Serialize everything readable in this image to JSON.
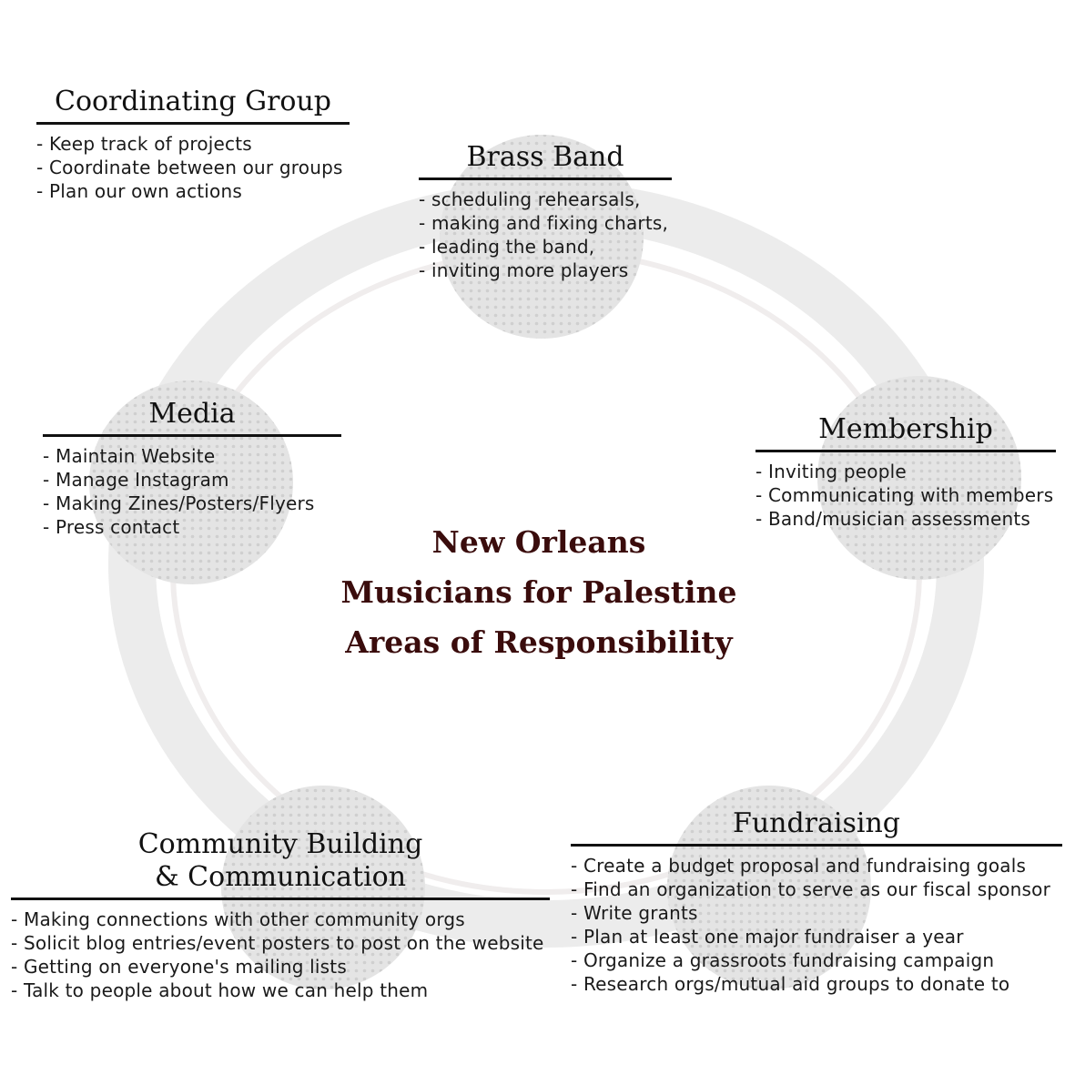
{
  "title": {
    "line1": "New Orleans",
    "line2": "Musicians for Palestine",
    "line3": "Areas of Responsibility"
  },
  "groups": {
    "coordinating": {
      "heading": "Coordinating Group",
      "items": [
        "Keep track of projects",
        "Coordinate between our groups",
        "Plan our own actions"
      ]
    },
    "brass_band": {
      "heading": "Brass Band",
      "items": [
        "scheduling rehearsals,",
        "making and fixing charts,",
        "leading the band,",
        "inviting more players"
      ]
    },
    "media": {
      "heading": "Media",
      "items": [
        "Maintain Website",
        "Manage Instagram",
        "Making Zines/Posters/Flyers",
        "Press contact"
      ]
    },
    "membership": {
      "heading": "Membership",
      "items": [
        "Inviting people",
        "Communicating with members",
        "Band/musician assessments"
      ]
    },
    "community": {
      "heading_line1": "Community Building",
      "heading_line2": "& Communication",
      "items": [
        "Making connections with other community orgs",
        "Solicit blog entries/event posters to post on the website",
        "Getting on everyone's mailing lists",
        "Talk to people about how we can help them"
      ]
    },
    "fundraising": {
      "heading": "Fundraising",
      "items": [
        "Create a budget proposal and fundraising goals",
        "Find an organization to serve as our fiscal sponsor",
        "Write grants",
        "Plan at least one major fundraiser a year",
        "Organize a grassroots fundraising campaign",
        "Research orgs/mutual aid groups to donate to"
      ]
    },
    "background_image": "tambourine-icon"
  },
  "colors": {
    "title": "#3a0c0c",
    "text": "#1a1a1a",
    "rule": "#111111",
    "ring": "#e6e6e6",
    "jingle": "#dddddd"
  }
}
